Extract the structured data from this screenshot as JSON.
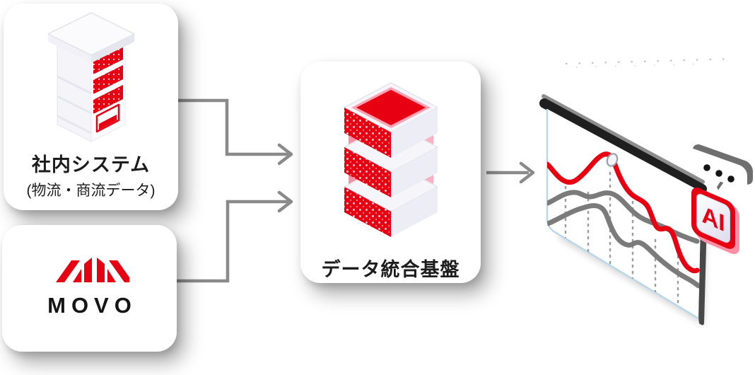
{
  "cards": {
    "internal_system": {
      "title": "社内システム",
      "subtitle": "(物流・商流データ)"
    },
    "movo": {
      "wordmark": "MOVO"
    },
    "data_platform": {
      "title": "データ統合基盤"
    }
  },
  "ai_chip": {
    "label": "AI"
  },
  "colors": {
    "brand_red": "#e60012",
    "pink_accent": "#ff8fa5",
    "arrow_gray": "#8a8a8a",
    "chart_line_gray": "#7b7b7b",
    "panel_edge_blue": "#b9d8ec",
    "panel_bar_black": "#1f1f1f",
    "text_black": "#1c1c1c"
  }
}
